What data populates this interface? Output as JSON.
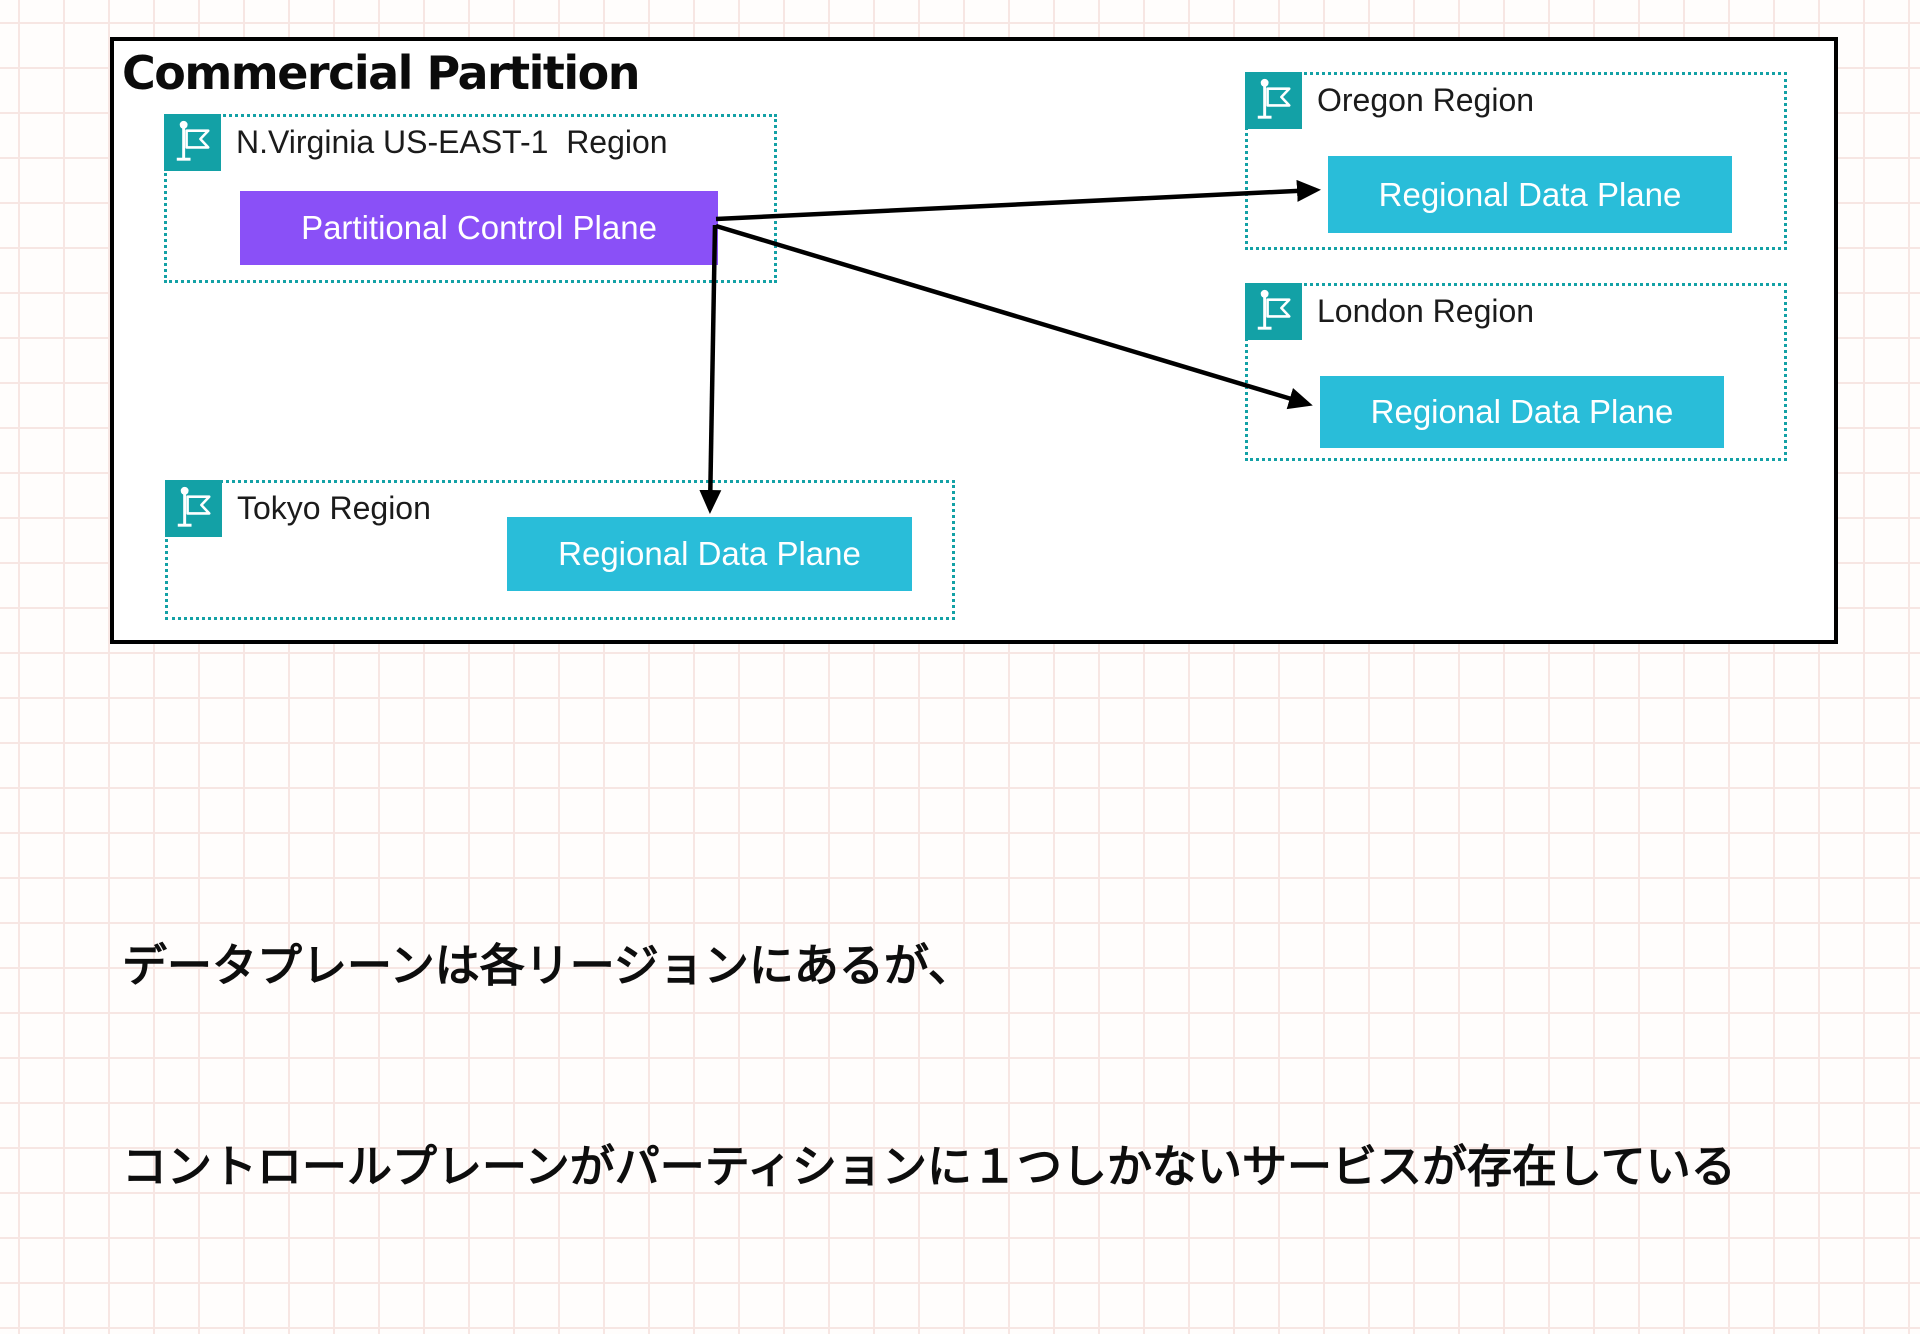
{
  "title": "Commercial Partition",
  "partition": {
    "regions": [
      {
        "key": "nvirginia",
        "label": "N.Virginia US-EAST-1  Region",
        "plane": "Partitional Control Plane",
        "plane_type": "control"
      },
      {
        "key": "oregon",
        "label": "Oregon Region",
        "plane": "Regional Data Plane",
        "plane_type": "data"
      },
      {
        "key": "london",
        "label": "London Region",
        "plane": "Regional Data Plane",
        "plane_type": "data"
      },
      {
        "key": "tokyo",
        "label": "Tokyo Region",
        "plane": "Regional Data Plane",
        "plane_type": "data"
      }
    ]
  },
  "connections": [
    {
      "from": "Partitional Control Plane",
      "to": "Oregon Regional Data Plane"
    },
    {
      "from": "Partitional Control Plane",
      "to": "London Regional Data Plane"
    },
    {
      "from": "Partitional Control Plane",
      "to": "Tokyo Regional Data Plane"
    }
  ],
  "note": {
    "line1": "データプレーンは各リージョンにあるが、",
    "line2": "コントロールプレーンがパーティションに１つしかないサービスが存在している"
  },
  "icons": {
    "region": "flag-icon"
  },
  "colors": {
    "region_border_teal": "#13a1a6",
    "flag_background_teal": "#13a1a6",
    "data_plane_cyan": "#29bdd9",
    "control_plane_purple": "#8a50f7",
    "arrow_black": "#000000",
    "grid_line_pink": "#f7e6e3",
    "partition_border_black": "#000000"
  }
}
